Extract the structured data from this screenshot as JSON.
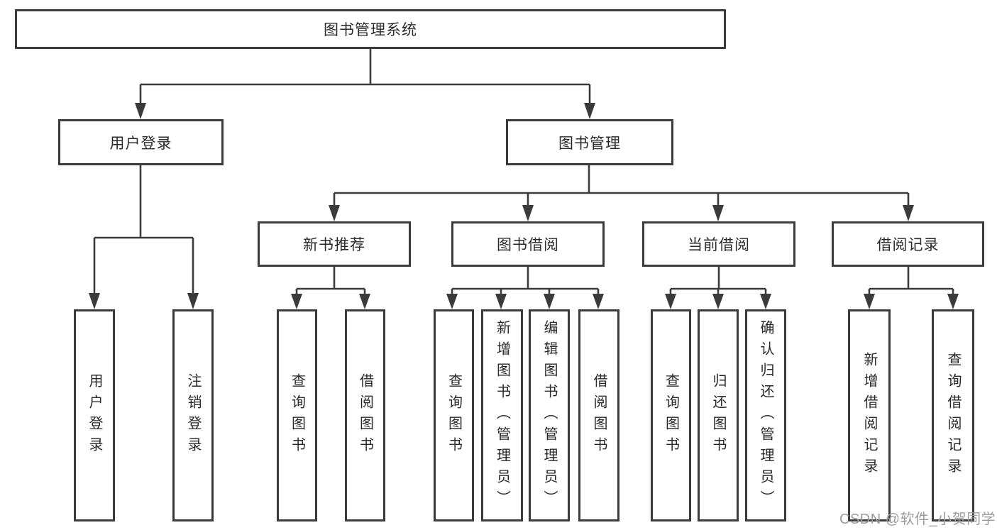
{
  "diagram": {
    "root": {
      "label": "图书管理系统"
    },
    "branches": [
      {
        "label": "用户登录",
        "children": [
          {
            "label": "用户登录"
          },
          {
            "label": "注销登录"
          }
        ]
      },
      {
        "label": "图书管理",
        "children": [
          {
            "label": "新书推荐",
            "children": [
              {
                "label": "查询图书"
              },
              {
                "label": "借阅图书"
              }
            ]
          },
          {
            "label": "图书借阅",
            "children": [
              {
                "label": "查询图书"
              },
              {
                "label": "新增图书（管理员）"
              },
              {
                "label": "编辑图书（管理员）"
              },
              {
                "label": "借阅图书"
              }
            ]
          },
          {
            "label": "当前借阅",
            "children": [
              {
                "label": "查询图书"
              },
              {
                "label": "归还图书"
              },
              {
                "label": "确认归还（管理员）"
              }
            ]
          },
          {
            "label": "借阅记录",
            "children": [
              {
                "label": "新增借阅记录"
              },
              {
                "label": "查询借阅记录"
              }
            ]
          }
        ]
      }
    ]
  },
  "watermark": "CSDN @软件_小贺同学",
  "colors": {
    "line": "#3b3b3b",
    "box_background": "#ffffff",
    "text": "#2a2a2a",
    "watermark": "#9c9c9c"
  }
}
